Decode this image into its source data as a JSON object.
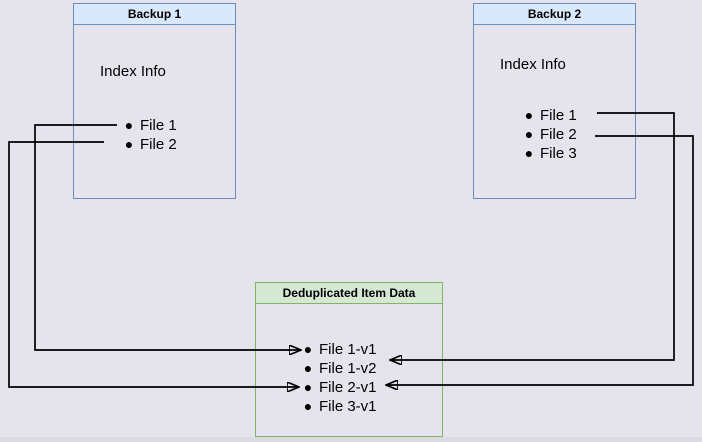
{
  "boxes": {
    "backup1": {
      "title": "Backup 1",
      "subtitle": "Index Info",
      "items": [
        "File 1",
        "File 2"
      ]
    },
    "backup2": {
      "title": "Backup 2",
      "subtitle": "Index Info",
      "items": [
        "File 1",
        "File 2",
        "File 3"
      ]
    },
    "dedup": {
      "title": "Deduplicated Item Data",
      "items": [
        "File 1-v1",
        "File 1-v2",
        "File 2-v1",
        "File 3-v1"
      ]
    }
  },
  "connections": [
    {
      "from": "Backup 1 / File 1",
      "to": "Deduplicated Item Data / File 1-v1"
    },
    {
      "from": "Backup 1 / File 2",
      "to": "Deduplicated Item Data / File 2-v1"
    },
    {
      "from": "Backup 2 / File 1",
      "to": "Deduplicated Item Data / File 1-v2"
    },
    {
      "from": "Backup 2 / File 2",
      "to": "Deduplicated Item Data / File 2-v1"
    }
  ],
  "colors": {
    "background": "#e5e4ed",
    "bottom_strip": "#dbdae2",
    "blue_header": "#dae8fc",
    "blue_border": "#6c8ebf",
    "green_header": "#d5e8d4",
    "green_border": "#82b366",
    "connector": "#000000"
  }
}
